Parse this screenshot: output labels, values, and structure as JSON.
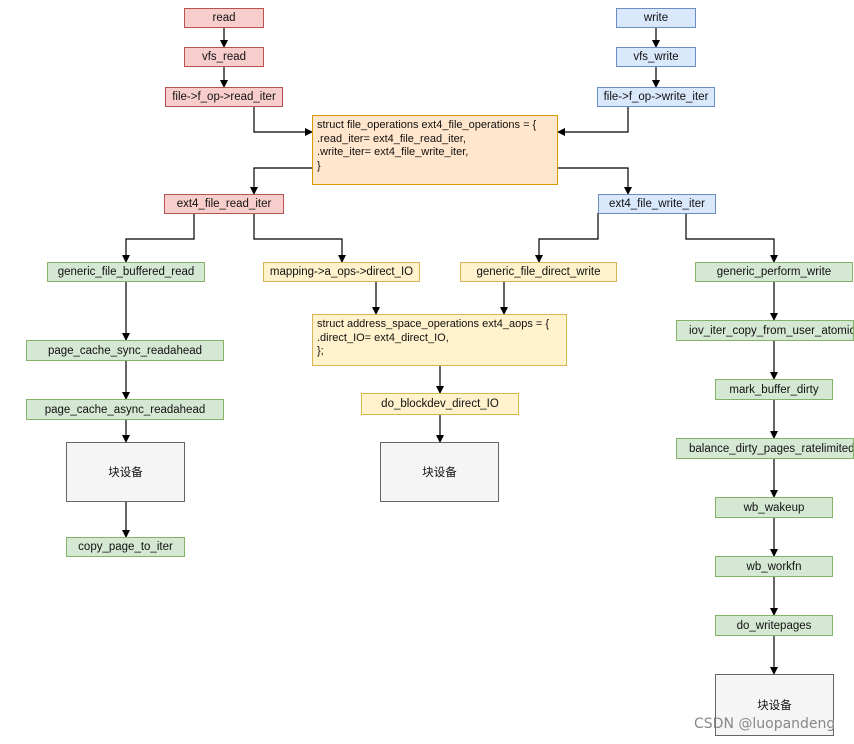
{
  "nodes": {
    "read": "read",
    "vfs_read": "vfs_read",
    "read_iter_op": "file->f_op->read_iter",
    "write": "write",
    "vfs_write": "vfs_write",
    "write_iter_op": "file->f_op->write_iter",
    "file_ops": [
      "struct file_operations ext4_file_operations = {",
      ".read_iter= ext4_file_read_iter,",
      ".write_iter= ext4_file_write_iter,",
      "}"
    ],
    "ext4_file_read_iter": "ext4_file_read_iter",
    "ext4_file_write_iter": "ext4_file_write_iter",
    "generic_file_buffered_read": "generic_file_buffered_read",
    "mapping_direct_io": "mapping->a_ops->direct_IO",
    "generic_file_direct_write": "generic_file_direct_write",
    "generic_perform_write": "generic_perform_write",
    "aops": [
      "struct address_space_operations ext4_aops = {",
      ".direct_IO= ext4_direct_IO,",
      "};"
    ],
    "page_cache_sync_readahead": "page_cache_sync_readahead",
    "page_cache_async_readahead": "page_cache_async_readahead",
    "block_device_1": "块设备",
    "copy_page_to_iter": "copy_page_to_iter",
    "do_blockdev_direct_io": "do_blockdev_direct_IO",
    "block_device_2": "块设备",
    "iov_iter_copy_from_user_atomic": "iov_iter_copy_from_user_atomic",
    "mark_buffer_dirty": "mark_buffer_dirty",
    "balance_dirty_pages_ratelimited": "balance_dirty_pages_ratelimited",
    "wb_wakeup": "wb_wakeup",
    "wb_workfn": "wb_workfn",
    "do_writepages": "do_writepages",
    "block_device_3": "块设备"
  },
  "watermark": "CSDN @luopandeng",
  "colors": {
    "red_fill": "#f8cecc",
    "red_stroke": "#b85450",
    "blue_fill": "#dae8fc",
    "blue_stroke": "#6c8ebf",
    "orange_fill": "#ffe6cc",
    "orange_stroke": "#d79b00",
    "yellow_fill": "#fff2cc",
    "yellow_stroke": "#d6b656",
    "green_fill": "#d5e8d4",
    "green_stroke": "#82b366",
    "gray_fill": "#f5f5f5",
    "gray_stroke": "#666666"
  }
}
